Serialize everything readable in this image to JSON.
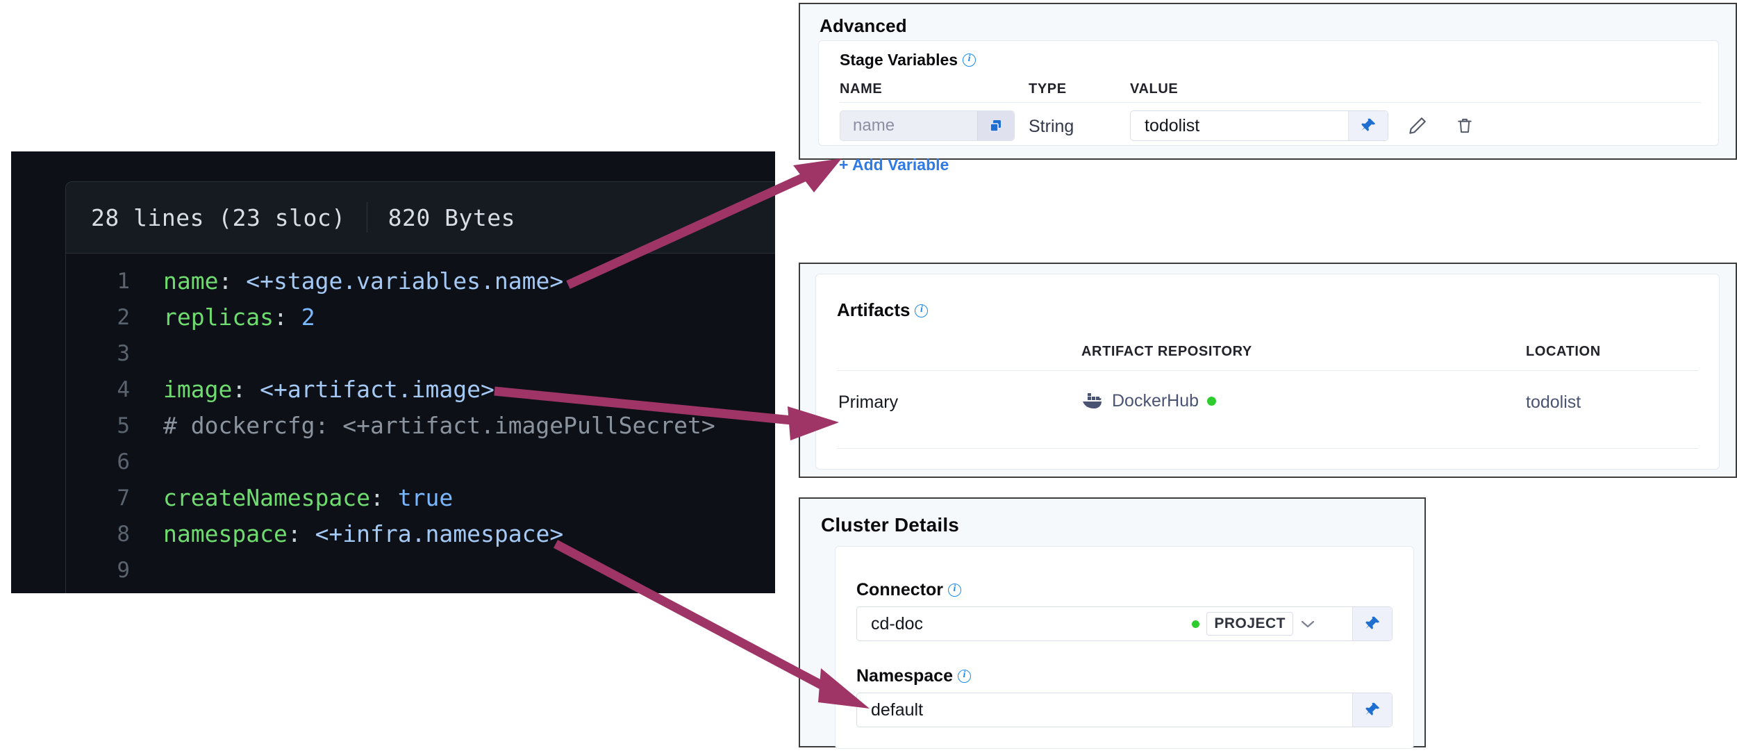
{
  "code_viewer": {
    "lines_label": "28 lines (23 sloc)",
    "size_label": "820 Bytes",
    "lines": [
      {
        "number": "1",
        "tokens": [
          {
            "text": "name",
            "cls": "tk-key"
          },
          {
            "text": ": ",
            "cls": "tk-punc"
          },
          {
            "text": "<+stage.variables.name>",
            "cls": "tk-expr"
          }
        ]
      },
      {
        "number": "2",
        "tokens": [
          {
            "text": "replicas",
            "cls": "tk-key"
          },
          {
            "text": ": ",
            "cls": "tk-punc"
          },
          {
            "text": "2",
            "cls": "tk-num"
          }
        ]
      },
      {
        "number": "3",
        "tokens": []
      },
      {
        "number": "4",
        "tokens": [
          {
            "text": "image",
            "cls": "tk-key"
          },
          {
            "text": ": ",
            "cls": "tk-punc"
          },
          {
            "text": "<+artifact.image>",
            "cls": "tk-expr"
          }
        ]
      },
      {
        "number": "5",
        "tokens": [
          {
            "text": "# dockercfg: <+artifact.imagePullSecret>",
            "cls": "tk-comment"
          }
        ]
      },
      {
        "number": "6",
        "tokens": []
      },
      {
        "number": "7",
        "tokens": [
          {
            "text": "createNamespace",
            "cls": "tk-key"
          },
          {
            "text": ": ",
            "cls": "tk-punc"
          },
          {
            "text": "true",
            "cls": "tk-bool"
          }
        ]
      },
      {
        "number": "8",
        "tokens": [
          {
            "text": "namespace",
            "cls": "tk-key"
          },
          {
            "text": ": ",
            "cls": "tk-punc"
          },
          {
            "text": "<+infra.namespace>",
            "cls": "tk-expr"
          }
        ]
      },
      {
        "number": "9",
        "tokens": []
      }
    ]
  },
  "advanced_panel": {
    "title": "Advanced",
    "stage_variables": {
      "title": "Stage Variables",
      "columns": {
        "name": "NAME",
        "type": "TYPE",
        "value": "VALUE"
      },
      "rows": [
        {
          "name_placeholder": "name",
          "type": "String",
          "value": "todolist"
        }
      ],
      "add_variable_label": "+ Add Variable"
    }
  },
  "artifacts_panel": {
    "title": "Artifacts",
    "columns": {
      "kind": "",
      "repository": "ARTIFACT REPOSITORY",
      "location": "LOCATION"
    },
    "rows": [
      {
        "kind": "Primary",
        "repository": "DockerHub",
        "repository_status": "connected",
        "location": "todolist"
      }
    ]
  },
  "cluster_panel": {
    "title": "Cluster Details",
    "connector": {
      "label": "Connector",
      "value": "cd-doc",
      "scope": "PROJECT"
    },
    "namespace": {
      "label": "Namespace",
      "value": "default"
    }
  },
  "icons": {
    "chevron_up": "chevron-up-icon",
    "info": "info-icon",
    "copy": "copy-icon",
    "pin": "pin-icon",
    "edit": "edit-pencil-icon",
    "delete": "trash-icon",
    "docker": "docker-whale-icon",
    "chevron_down": "chevron-down-icon"
  },
  "colors": {
    "annotation_arrow": "#9e3566",
    "accent_blue": "#2f7ae5",
    "status_green": "#2ecc2e",
    "code_bg": "#0d1117"
  }
}
